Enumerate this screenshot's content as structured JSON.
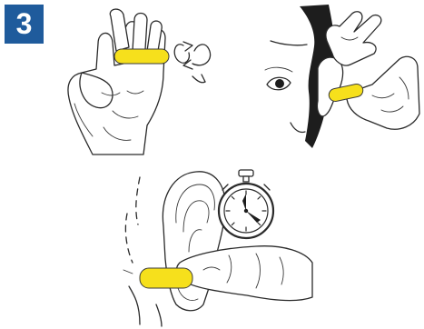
{
  "step": {
    "number": "3",
    "badge_color": "#1f5b9c"
  },
  "colors": {
    "earplug": "#f6e01c",
    "ink": "#2a2a2a"
  },
  "panels": [
    {
      "icon": "roll-earplug-illustration"
    },
    {
      "icon": "insert-earplug-illustration"
    },
    {
      "icon": "hold-earplug-illustration"
    }
  ],
  "timer": {
    "icon": "stopwatch-icon"
  }
}
